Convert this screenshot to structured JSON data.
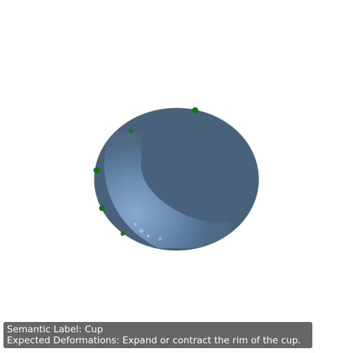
{
  "scene": {
    "object_icon": "cup-icon",
    "colors": {
      "background": "#ffffff",
      "cup_dark": "#48627b",
      "cup_light": "#6e93b8",
      "cup_edge": "#3f5870",
      "keypoint": "#0a7a0a",
      "caption_bg": "#555555",
      "caption_text": "#ffffff"
    },
    "keypoint_count": 5
  },
  "caption": {
    "line1": "Semantic Label: Cup",
    "line2": "Expected Deformations: Expand or contract the rim of the cup."
  }
}
